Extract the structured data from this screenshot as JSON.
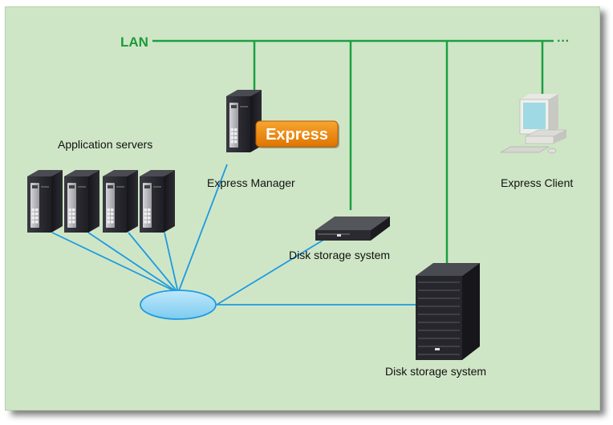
{
  "lan_label": "LAN",
  "lan_dots": "···",
  "labels": {
    "application_servers": "Application servers",
    "express_manager": "Express Manager",
    "express_badge": "Express",
    "express_client": "Express Client",
    "disk_storage_1": "Disk storage system",
    "disk_storage_2": "Disk storage system"
  },
  "colors": {
    "background": "#cfe6c6",
    "lan_line": "#1aa043",
    "san_line": "#1f9be0",
    "san_hub": "#8fd3f4",
    "express_badge": "#f08a00",
    "server_body": "#2a2a30",
    "server_panel": "#b9b9bd"
  },
  "icons": {
    "server": "tower-server-icon",
    "workstation": "desktop-computer-icon",
    "storage_1u": "rack-storage-1u-icon",
    "storage_rack": "rack-storage-cabinet-icon",
    "hub": "san-switch-ellipse"
  }
}
